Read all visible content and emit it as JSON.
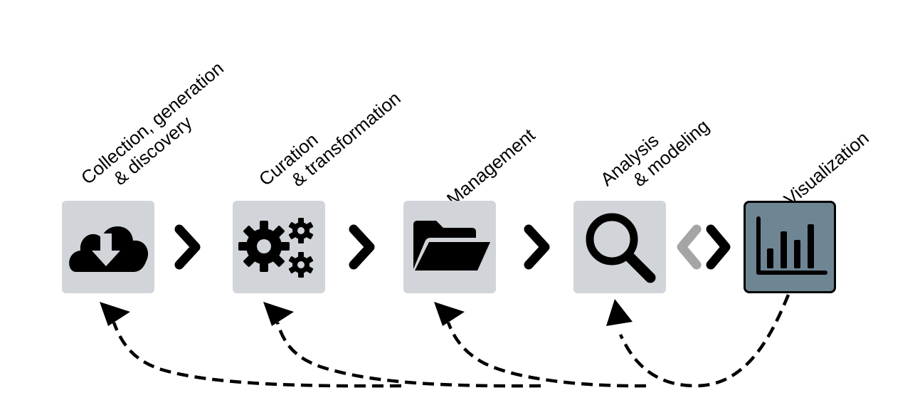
{
  "stages": [
    {
      "line1": "Collection, generation",
      "line2": "& discovery",
      "icon": "cloud-download-icon"
    },
    {
      "line1": "Curation",
      "line2": "& transformation",
      "icon": "gears-icon"
    },
    {
      "line1": "Management",
      "line2": "",
      "icon": "folder-open-icon"
    },
    {
      "line1": "Analysis",
      "line2": "& modeling",
      "icon": "magnifier-icon"
    },
    {
      "line1": "Visualization",
      "line2": "",
      "icon": "bar-chart-icon"
    }
  ],
  "colors": {
    "stage_box": "#d1d5d9",
    "viz_box": "#6e8594",
    "chevron_dark": "#000000",
    "chevron_light": "#a5a5a5",
    "feedback_arrow": "#000000"
  }
}
